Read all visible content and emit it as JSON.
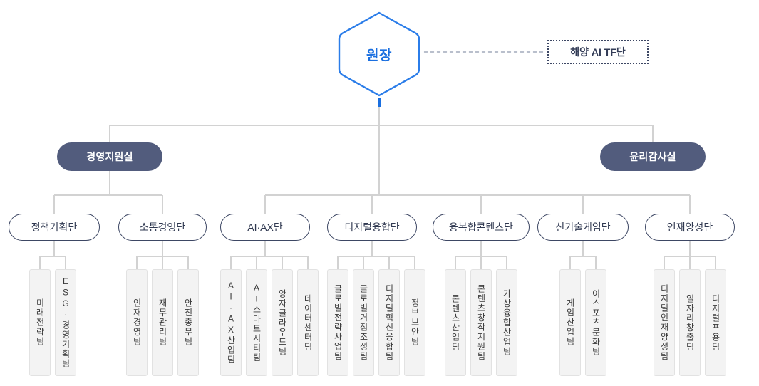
{
  "colors": {
    "hex_border": "#1a6fe0",
    "hex_text": "#1a6fe0",
    "office_fill": "#525c7d",
    "office_text": "#ffffff",
    "division_border": "#3d4764",
    "division_text": "#2f3850",
    "team_fill": "#f3f3f3",
    "team_border": "#e2e2e2",
    "team_text": "#3a3a3a",
    "connector": "#d2d2d2",
    "tf_border": "#3d4764",
    "tf_text": "#333c57"
  },
  "head": {
    "label": "원장"
  },
  "task_force": {
    "label": "해양 AI TF단"
  },
  "offices": [
    {
      "label": "경영지원실"
    },
    {
      "label": "윤리감사실"
    }
  ],
  "divisions": [
    {
      "label": "정책기획단",
      "teams": [
        {
          "label": "미래전략팀"
        },
        {
          "label": "ESG·경영기획팀"
        }
      ]
    },
    {
      "label": "소통경영단",
      "teams": [
        {
          "label": "인재경영팀"
        },
        {
          "label": "재무관리팀"
        },
        {
          "label": "안전총무팀"
        }
      ]
    },
    {
      "label": "AI·AX단",
      "teams": [
        {
          "label": "AI·AX산업팀"
        },
        {
          "label": "AI스마트시티팀"
        },
        {
          "label": "양자클라우드팀"
        },
        {
          "label": "데이터센터팀"
        }
      ]
    },
    {
      "label": "디지털융합단",
      "teams": [
        {
          "label": "글로벌전략사업팀"
        },
        {
          "label": "글로벌거점조성팀"
        },
        {
          "label": "디지털혁신융합팀"
        },
        {
          "label": "정보보안팀"
        }
      ]
    },
    {
      "label": "융복합콘텐츠단",
      "teams": [
        {
          "label": "콘텐츠산업팀"
        },
        {
          "label": "콘텐츠창작지원팀"
        },
        {
          "label": "가상융합산업팀"
        }
      ]
    },
    {
      "label": "신기술게임단",
      "teams": [
        {
          "label": "게임산업팀"
        },
        {
          "label": "이스포츠문화팀"
        }
      ]
    },
    {
      "label": "인재양성단",
      "teams": [
        {
          "label": "디지털인재양성팀"
        },
        {
          "label": "일자리창출팀"
        },
        {
          "label": "디지털포용팀"
        }
      ]
    }
  ]
}
